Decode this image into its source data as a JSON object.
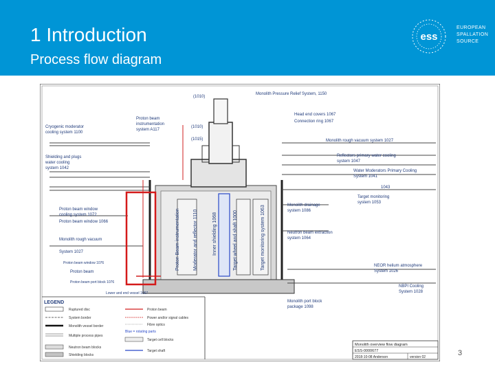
{
  "header": {
    "title": "1 Introduction",
    "subtitle": "Process flow diagram",
    "logo_text": [
      "EUROPEAN",
      "SPALLATION",
      "SOURCE"
    ],
    "logo_mark": "ess"
  },
  "diagram": {
    "labels": {
      "top_1010": "(1010)",
      "pressure_relief": "Monolith Pressure Relief System, 1150",
      "head_end_covers": "Head end covers 1067",
      "connection": "Connection ring 1067",
      "cryo_1": "Cryogenic moderator",
      "cryo_2": "cooling system 1100",
      "pbi_1": "Proton beam",
      "pbi_2": "instrumentation",
      "pbi_3": "system A117",
      "p1010": "(1010)",
      "p1015": "(1015)",
      "monolith_rough_top": "Monolith rough vacuum system 1027",
      "shield_1": "Shielding and plugs",
      "shield_2": "water cooling",
      "shield_3": "system 1042",
      "refl_1": "Reflectors primary water cooling",
      "refl_2": "system 1047",
      "wmod_1": "Water Moderators Primary Cooling",
      "wmod_2": "System 1041",
      "l1043": "1043",
      "tmon_1": "Target monitoring",
      "tmon_2": "system 1053",
      "pbw_1": "Proton beam window",
      "pbw_2": "cooling system 1072",
      "pbw_3": "Proton beam window 1066",
      "drain_1": "Monolith drainage",
      "drain_2": "system 1086",
      "mrv_1": "Monolith rough vacuum",
      "mrv_2": "System 1027",
      "nbe_1": "Neutron beam extraction",
      "nbe_2": "system 1064",
      "pbv": "Proton beam window 1076",
      "pbeam": "Proton beam",
      "pbb": "Proton beam port block 1076",
      "lower_end": "Lower and end vessel 1067",
      "he_1": "NEOR helium atmosphere",
      "he_2": "System 1026",
      "nbpi_1": "NBPI Cooling",
      "nbpi_2": "System 1028",
      "port_1": "Monolith port block",
      "port_2": "package 1098",
      "v_pbi": "Proton Beam instrumentation",
      "v_mod": "Moderator and reflector 1110",
      "v_inner": "Inner shielding 1068",
      "v_target": "Target wheel and shaft 1000",
      "v_tmon": "Target monitoring system 1063"
    },
    "legend": {
      "title": "LEGEND",
      "items": [
        "Ruptured disc",
        "System border",
        "Monolith vessel border",
        "Multiple process pipes",
        "Neutron beam blocks",
        "Shielding blocks"
      ],
      "items2": [
        "Proton beam",
        "Power and/or signal cables",
        "Fibre optics",
        "Blue = rotating parts",
        "Target cell blocks",
        "Target shaft"
      ]
    },
    "title_block": {
      "title": "Monolith overview flow diagram",
      "doc": "ESS-0000677",
      "date": "2018-10-08 Anderson",
      "rev": "version 02"
    },
    "colors": {
      "proton": "#d21f1f",
      "rotating": "#2848c8",
      "box": "#d41a1a"
    }
  },
  "page_number": "3"
}
